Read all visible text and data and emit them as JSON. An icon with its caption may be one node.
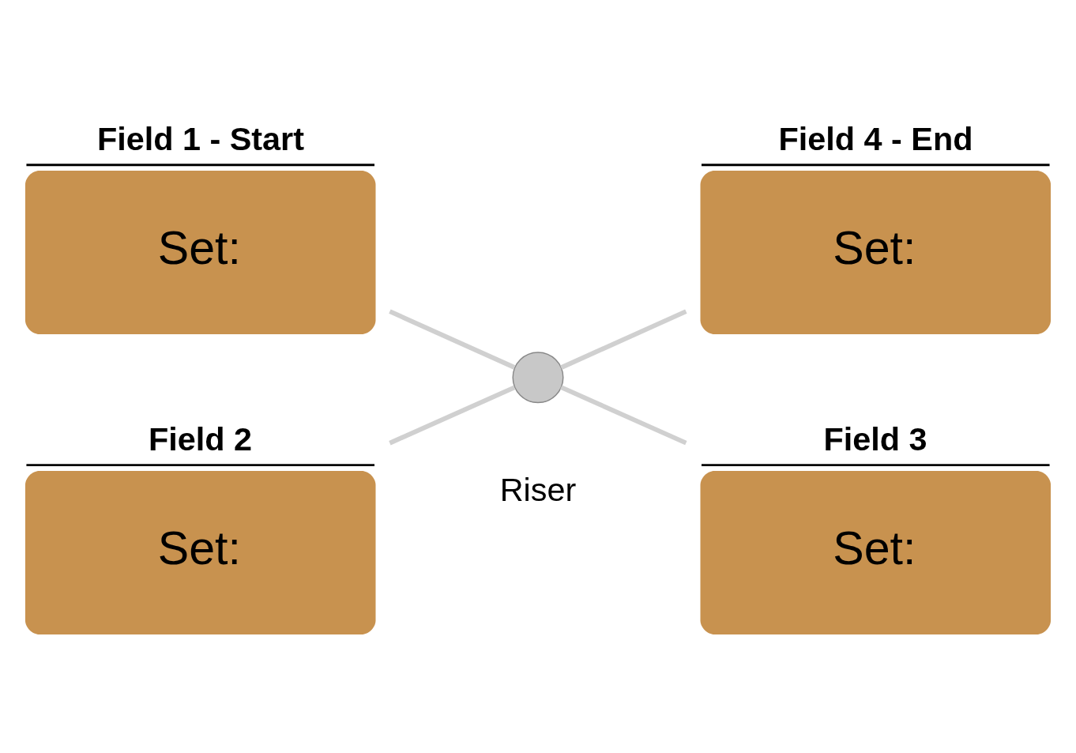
{
  "diagram": {
    "nodes": [
      {
        "text": [
          "Field 1 - Start",
          "Set:"
        ]
      },
      {
        "text": [
          "Field 4 - End",
          "Set:"
        ]
      },
      {
        "text": [],
        "shape": "circle",
        "beside": [
          "Riser"
        ]
      },
      {
        "text": [
          "Field 2",
          "Set:"
        ]
      },
      {
        "text": [
          "Field 3",
          "Set:"
        ]
      }
    ],
    "edges": [
      {
        "from": 0,
        "to": 2,
        "arrow": "none"
      },
      {
        "from": 2,
        "to": 1,
        "arrow": "none"
      },
      {
        "from": 3,
        "to": 2,
        "arrow": "none"
      },
      {
        "from": 2,
        "to": 4,
        "arrow": "none"
      }
    ]
  }
}
